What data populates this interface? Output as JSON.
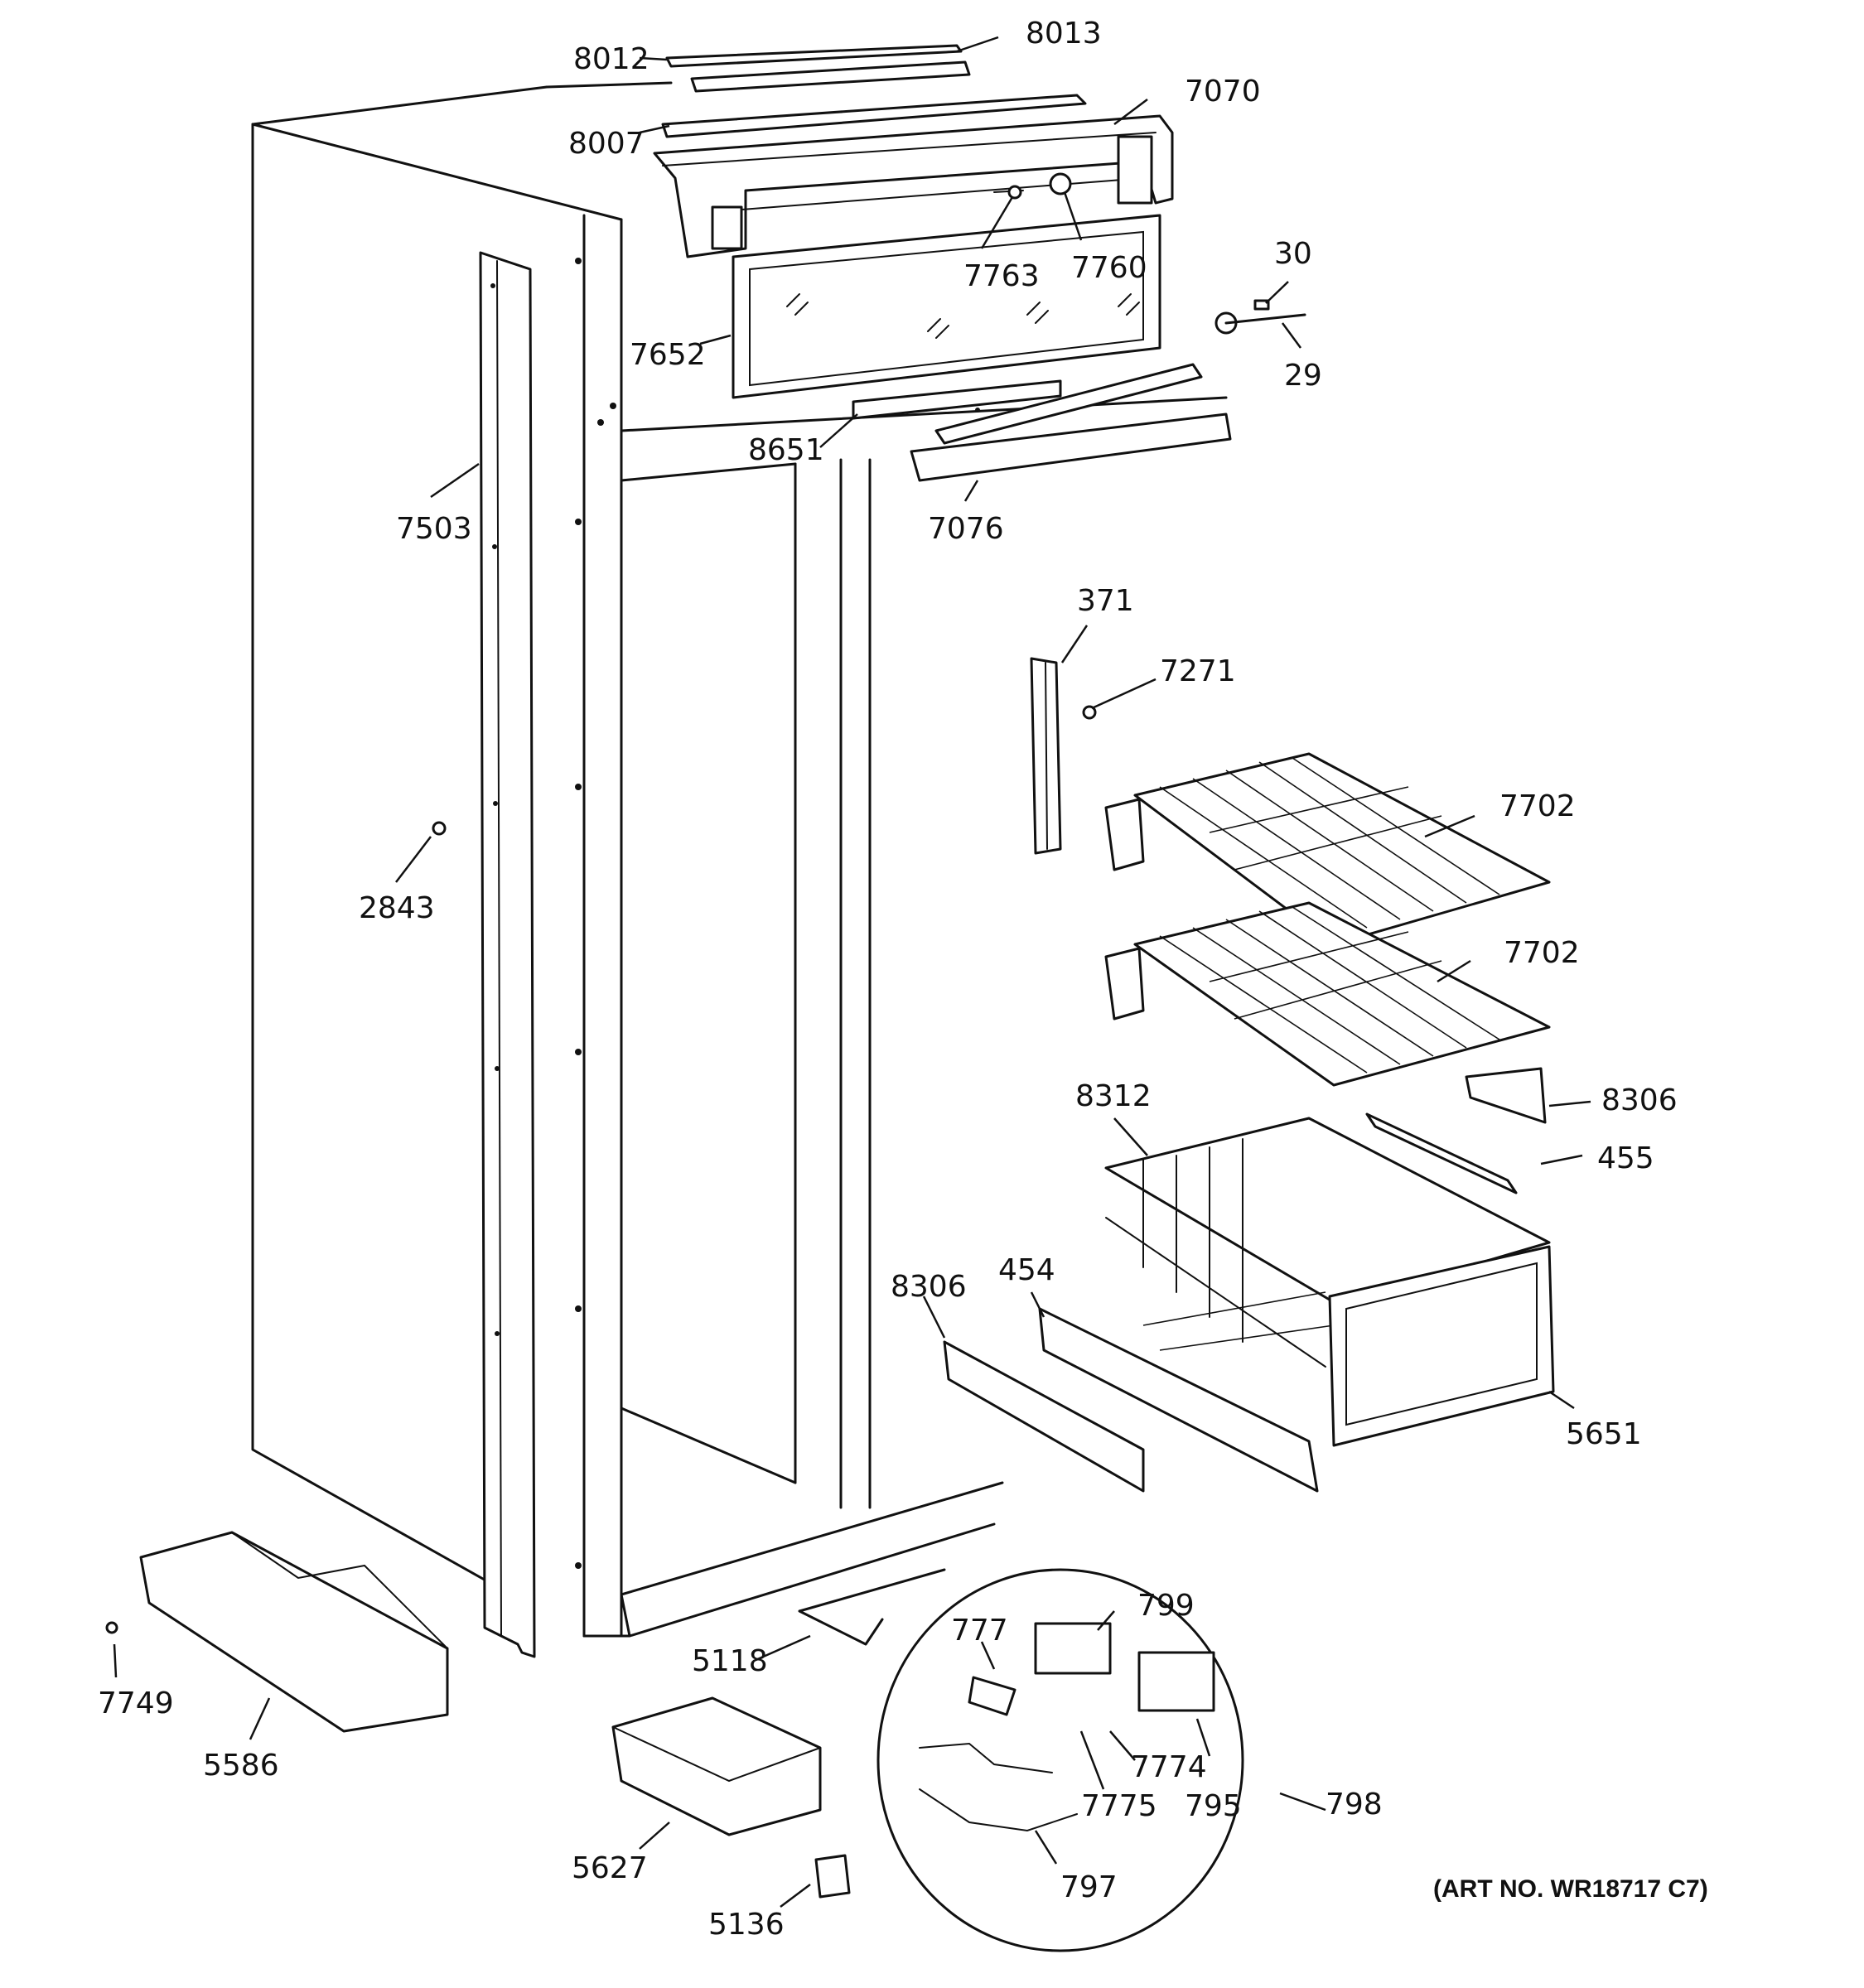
{
  "diagram": {
    "art_number": "(ART NO. WR18717 C7)",
    "parts": [
      {
        "id": "8012"
      },
      {
        "id": "8013"
      },
      {
        "id": "7070"
      },
      {
        "id": "8007"
      },
      {
        "id": "7763"
      },
      {
        "id": "7760"
      },
      {
        "id": "30"
      },
      {
        "id": "29"
      },
      {
        "id": "7652"
      },
      {
        "id": "8651"
      },
      {
        "id": "7076"
      },
      {
        "id": "7503"
      },
      {
        "id": "371"
      },
      {
        "id": "7271"
      },
      {
        "id": "7702"
      },
      {
        "id": "7702"
      },
      {
        "id": "2843"
      },
      {
        "id": "8312"
      },
      {
        "id": "8306"
      },
      {
        "id": "455"
      },
      {
        "id": "454"
      },
      {
        "id": "8306"
      },
      {
        "id": "5651"
      },
      {
        "id": "7749"
      },
      {
        "id": "5586"
      },
      {
        "id": "5118"
      },
      {
        "id": "777"
      },
      {
        "id": "799"
      },
      {
        "id": "7774"
      },
      {
        "id": "7775"
      },
      {
        "id": "795"
      },
      {
        "id": "798"
      },
      {
        "id": "5627"
      },
      {
        "id": "797"
      },
      {
        "id": "5136"
      }
    ]
  }
}
